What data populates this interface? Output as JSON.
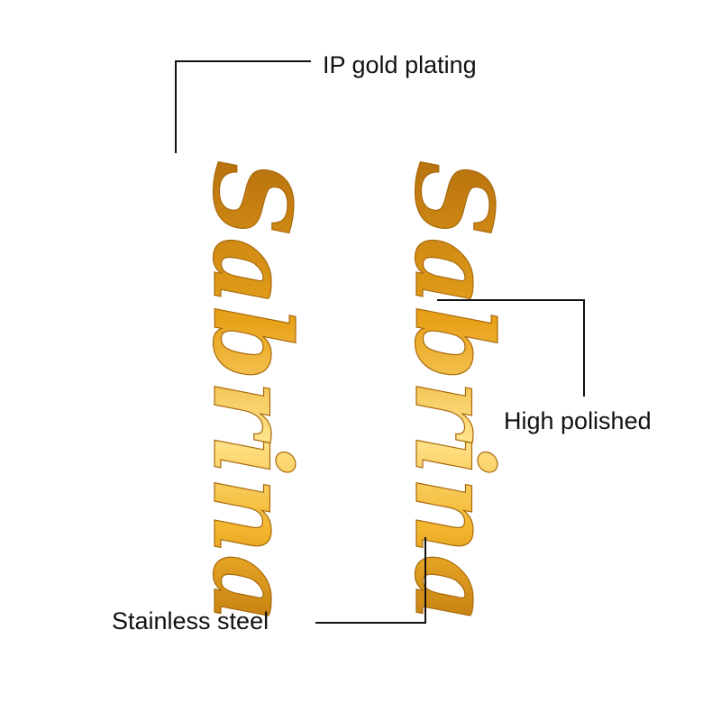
{
  "callouts": {
    "plating": "IP gold plating",
    "finish": "High polished",
    "material": "Stainless steel"
  },
  "product": {
    "engraved_name": "Sabrina",
    "item_count": 2,
    "metal_color": "#E8A21A",
    "highlight_color": "#FFE38A",
    "shadow_color": "#B8720E",
    "line_color": "#111111",
    "background": "#FFFFFF"
  }
}
